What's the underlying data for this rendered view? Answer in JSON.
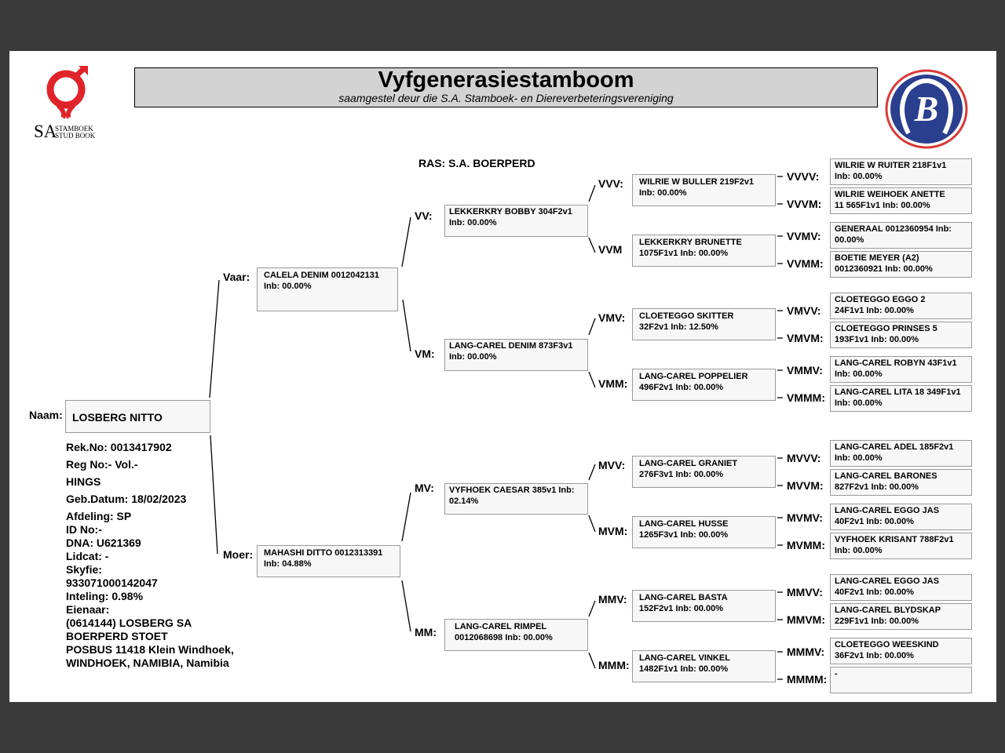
{
  "header": {
    "title": "Vyfgenerasiestamboom",
    "subtitle": "saamgestel deur die S.A. Stamboek- en Diereverbeteringsvereniging",
    "logo_text_sa": "SA",
    "logo_text_line1": "STAMBOEK",
    "logo_text_line2": "STUD BOOK",
    "breed": "RAS: S.A. BOERPERD"
  },
  "subject": {
    "label": "Naam:",
    "name": "LOSBERG NITTO",
    "details": [
      "Rek.No: 0013417902",
      "Reg No:- Vol.-",
      "HINGS",
      "Geb.Datum: 18/02/2023",
      "Afdeling: SP",
      "ID No:-",
      "DNA: U621369",
      "Lidcat: -",
      "Skyfie:",
      "933071000142047",
      "Inteling: 0.98%",
      "Eienaar:",
      "(0614144) LOSBERG SA",
      "BOERPERD STOET",
      "POSBUS 11418 Klein  Windhoek,",
      "WINDHOEK, NAMIBIA, Namibia"
    ]
  },
  "gen1": {
    "sire": {
      "label": "Vaar:",
      "l1": "CALELA DENIM 0012042131",
      "l2": "Inb: 00.00%"
    },
    "dam": {
      "label": "Moer:",
      "l1": "MAHASHI DITTO 0012313391",
      "l2": "Inb: 04.88%"
    }
  },
  "gen2": {
    "vv": {
      "label": "VV:",
      "l1": "LEKKERKRY BOBBY 304F2v1",
      "l2": "Inb: 00.00%"
    },
    "vm": {
      "label": "VM:",
      "l1": "LANG-CAREL DENIM 873F3v1",
      "l2": "Inb: 00.00%"
    },
    "mv": {
      "label": "MV:",
      "l1": "VYFHOEK CAESAR 385v1 Inb:",
      "l2": "02.14%"
    },
    "mm": {
      "label": "MM:",
      "l1": "LANG-CAREL RIMPEL",
      "l2": "0012068698 Inb: 00.00%"
    }
  },
  "gen3": {
    "vvv": {
      "label": "VVV:",
      "l1": "WILRIE W BULLER 219F2v1",
      "l2": "Inb: 00.00%"
    },
    "vvm": {
      "label": "VVM",
      "l1": "LEKKERKRY BRUNETTE",
      "l2": "1075F1v1 Inb: 00.00%"
    },
    "vmv": {
      "label": "VMV:",
      "l1": "CLOETEGGO SKITTER",
      "l2": "32F2v1 Inb: 12.50%"
    },
    "vmm": {
      "label": "VMM:",
      "l1": "LANG-CAREL POPPELIER",
      "l2": "496F2v1 Inb: 00.00%"
    },
    "mvv": {
      "label": "MVV:",
      "l1": "LANG-CAREL GRANIET",
      "l2": "276F3v1 Inb: 00.00%"
    },
    "mvm": {
      "label": "MVM:",
      "l1": "LANG-CAREL HUSSE",
      "l2": "1265F3v1 Inb: 00.00%"
    },
    "mmv": {
      "label": "MMV:",
      "l1": "LANG-CAREL BASTA",
      "l2": "152F2v1 Inb: 00.00%"
    },
    "mmm": {
      "label": "MMM:",
      "l1": "LANG-CAREL VINKEL",
      "l2": "1482F1v1 Inb: 00.00%"
    }
  },
  "gen4": {
    "vvvv": {
      "label": "VVVV:",
      "l1": "WILRIE W RUITER 218F1v1",
      "l2": "Inb: 00.00%"
    },
    "vvvm": {
      "label": "VVVM:",
      "l1": "WILRIE WEIHOEK ANETTE",
      "l2": "11 565F1v1 Inb: 00.00%"
    },
    "vvmv": {
      "label": "VVMV:",
      "l1": "GENERAAL 0012360954 Inb:",
      "l2": "00.00%"
    },
    "vvmm": {
      "label": "VVMM:",
      "l1": "BOETIE MEYER (A2)",
      "l2": "0012360921 Inb: 00.00%"
    },
    "vmvv": {
      "label": "VMVV:",
      "l1": "CLOETEGGO EGGO 2",
      "l2": "24F1v1 Inb: 00.00%"
    },
    "vmvm": {
      "label": "VMVM:",
      "l1": "CLOETEGGO PRINSES 5",
      "l2": "193F1v1 Inb: 00.00%"
    },
    "vmmv": {
      "label": "VMMV:",
      "l1": "LANG-CAREL ROBYN 43F1v1",
      "l2": "Inb: 00.00%"
    },
    "vmmm": {
      "label": "VMMM:",
      "l1": "LANG-CAREL LITA 18 349F1v1",
      "l2": "Inb: 00.00%"
    },
    "mvvv": {
      "label": "MVVV:",
      "l1": "LANG-CAREL ADEL 185F2v1",
      "l2": "Inb: 00.00%"
    },
    "mvvm": {
      "label": "MVVM:",
      "l1": "LANG-CAREL BARONES",
      "l2": "827F2v1 Inb: 00.00%"
    },
    "mvmv": {
      "label": "MVMV:",
      "l1": "LANG-CAREL EGGO JAS",
      "l2": "40F2v1 Inb: 00.00%"
    },
    "mvmm": {
      "label": "MVMM:",
      "l1": "VYFHOEK KRISANT 788F2v1",
      "l2": "Inb: 00.00%"
    },
    "mmvv": {
      "label": "MMVV:",
      "l1": "LANG-CAREL EGGO JAS",
      "l2": "40F2v1 Inb: 00.00%"
    },
    "mmvm": {
      "label": "MMVM:",
      "l1": "LANG-CAREL BLYDSKAP",
      "l2": "229F1v1 Inb: 00.00%"
    },
    "mmmv": {
      "label": "MMMV:",
      "l1": "CLOETEGGO WEESKIND",
      "l2": "36F2v1 Inb: 00.00%"
    },
    "mmmm": {
      "label": "MMMM:",
      "l1": "-",
      "l2": ""
    }
  },
  "colors": {
    "logo_red": "#e0242b",
    "badge_blue": "#2b3f8f",
    "badge_red": "#d83a3a",
    "banner_grey": "#d3d3d3",
    "background": "#3a3a3a"
  }
}
